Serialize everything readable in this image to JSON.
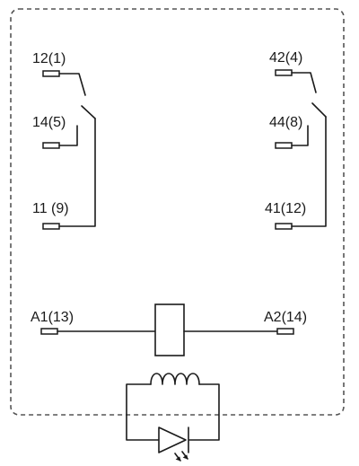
{
  "terminals": {
    "t12": "12(1)",
    "t14": "14(5)",
    "t11": "11 (9)",
    "t42": "42(4)",
    "t44": "44(8)",
    "t41": "41(12)",
    "a1": "A1(13)",
    "a2": "A2(14)"
  },
  "colors": {
    "line": "#1a1a1a",
    "border": "#555555",
    "background": "#ffffff"
  },
  "icons": {
    "coil": "coil-icon",
    "inductor": "inductor-icon",
    "led": "led-diode-icon"
  }
}
